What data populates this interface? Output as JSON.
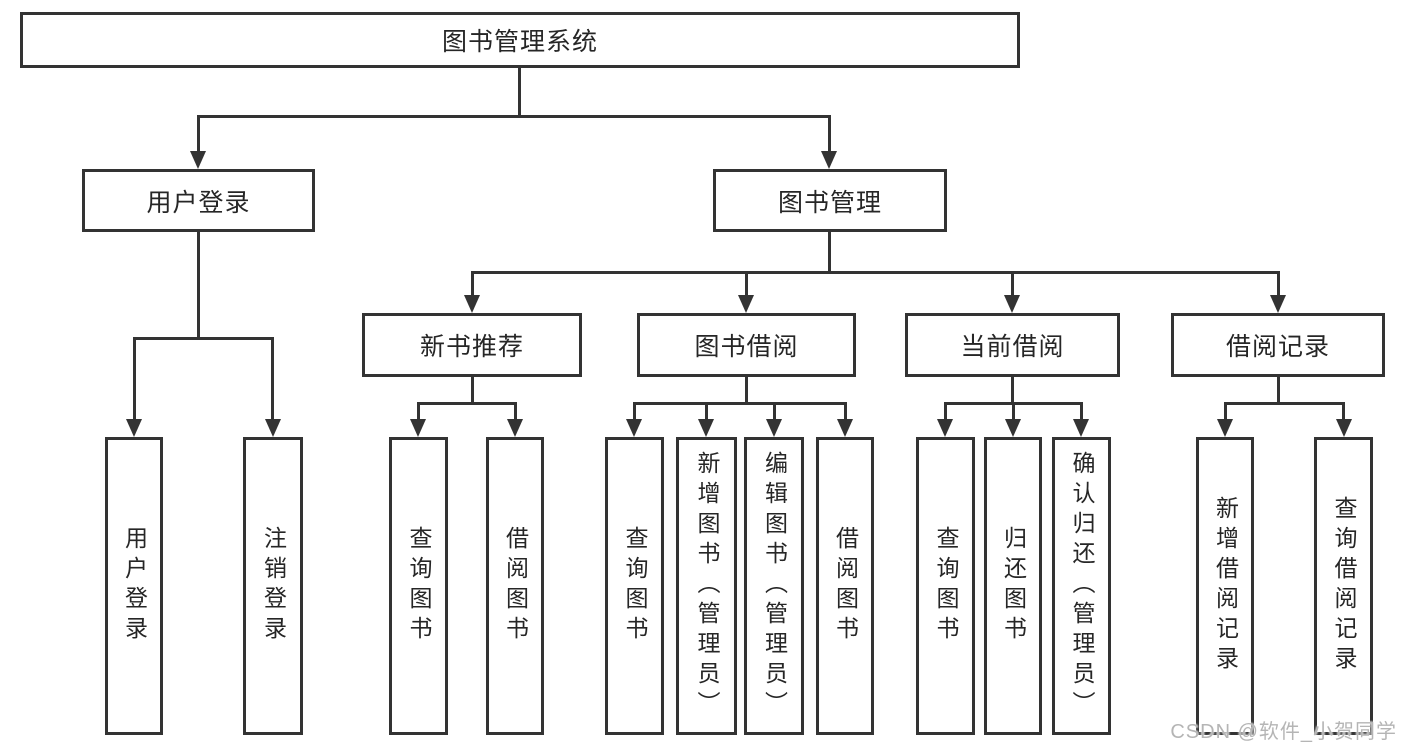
{
  "diagram": {
    "root": {
      "label": "图书管理系统",
      "children": [
        {
          "label": "用户登录",
          "children": [
            {
              "label": "用户登录"
            },
            {
              "label": "注销登录"
            }
          ]
        },
        {
          "label": "图书管理",
          "children": [
            {
              "label": "新书推荐",
              "children": [
                {
                  "label": "查询图书"
                },
                {
                  "label": "借阅图书"
                }
              ]
            },
            {
              "label": "图书借阅",
              "children": [
                {
                  "label": "查询图书"
                },
                {
                  "label": "新增图书（管理员）"
                },
                {
                  "label": "编辑图书（管理员）"
                },
                {
                  "label": "借阅图书"
                }
              ]
            },
            {
              "label": "当前借阅",
              "children": [
                {
                  "label": "查询图书"
                },
                {
                  "label": "归还图书"
                },
                {
                  "label": "确认归还（管理员）"
                }
              ]
            },
            {
              "label": "借阅记录",
              "children": [
                {
                  "label": "新增借阅记录"
                },
                {
                  "label": "查询借阅记录"
                }
              ]
            }
          ]
        }
      ]
    }
  },
  "watermark": {
    "text": "CSDN @软件_小贺同学"
  },
  "colors": {
    "line": "#333333",
    "text": "#262626",
    "bg": "#ffffff",
    "wm": "#b5b5b5"
  }
}
